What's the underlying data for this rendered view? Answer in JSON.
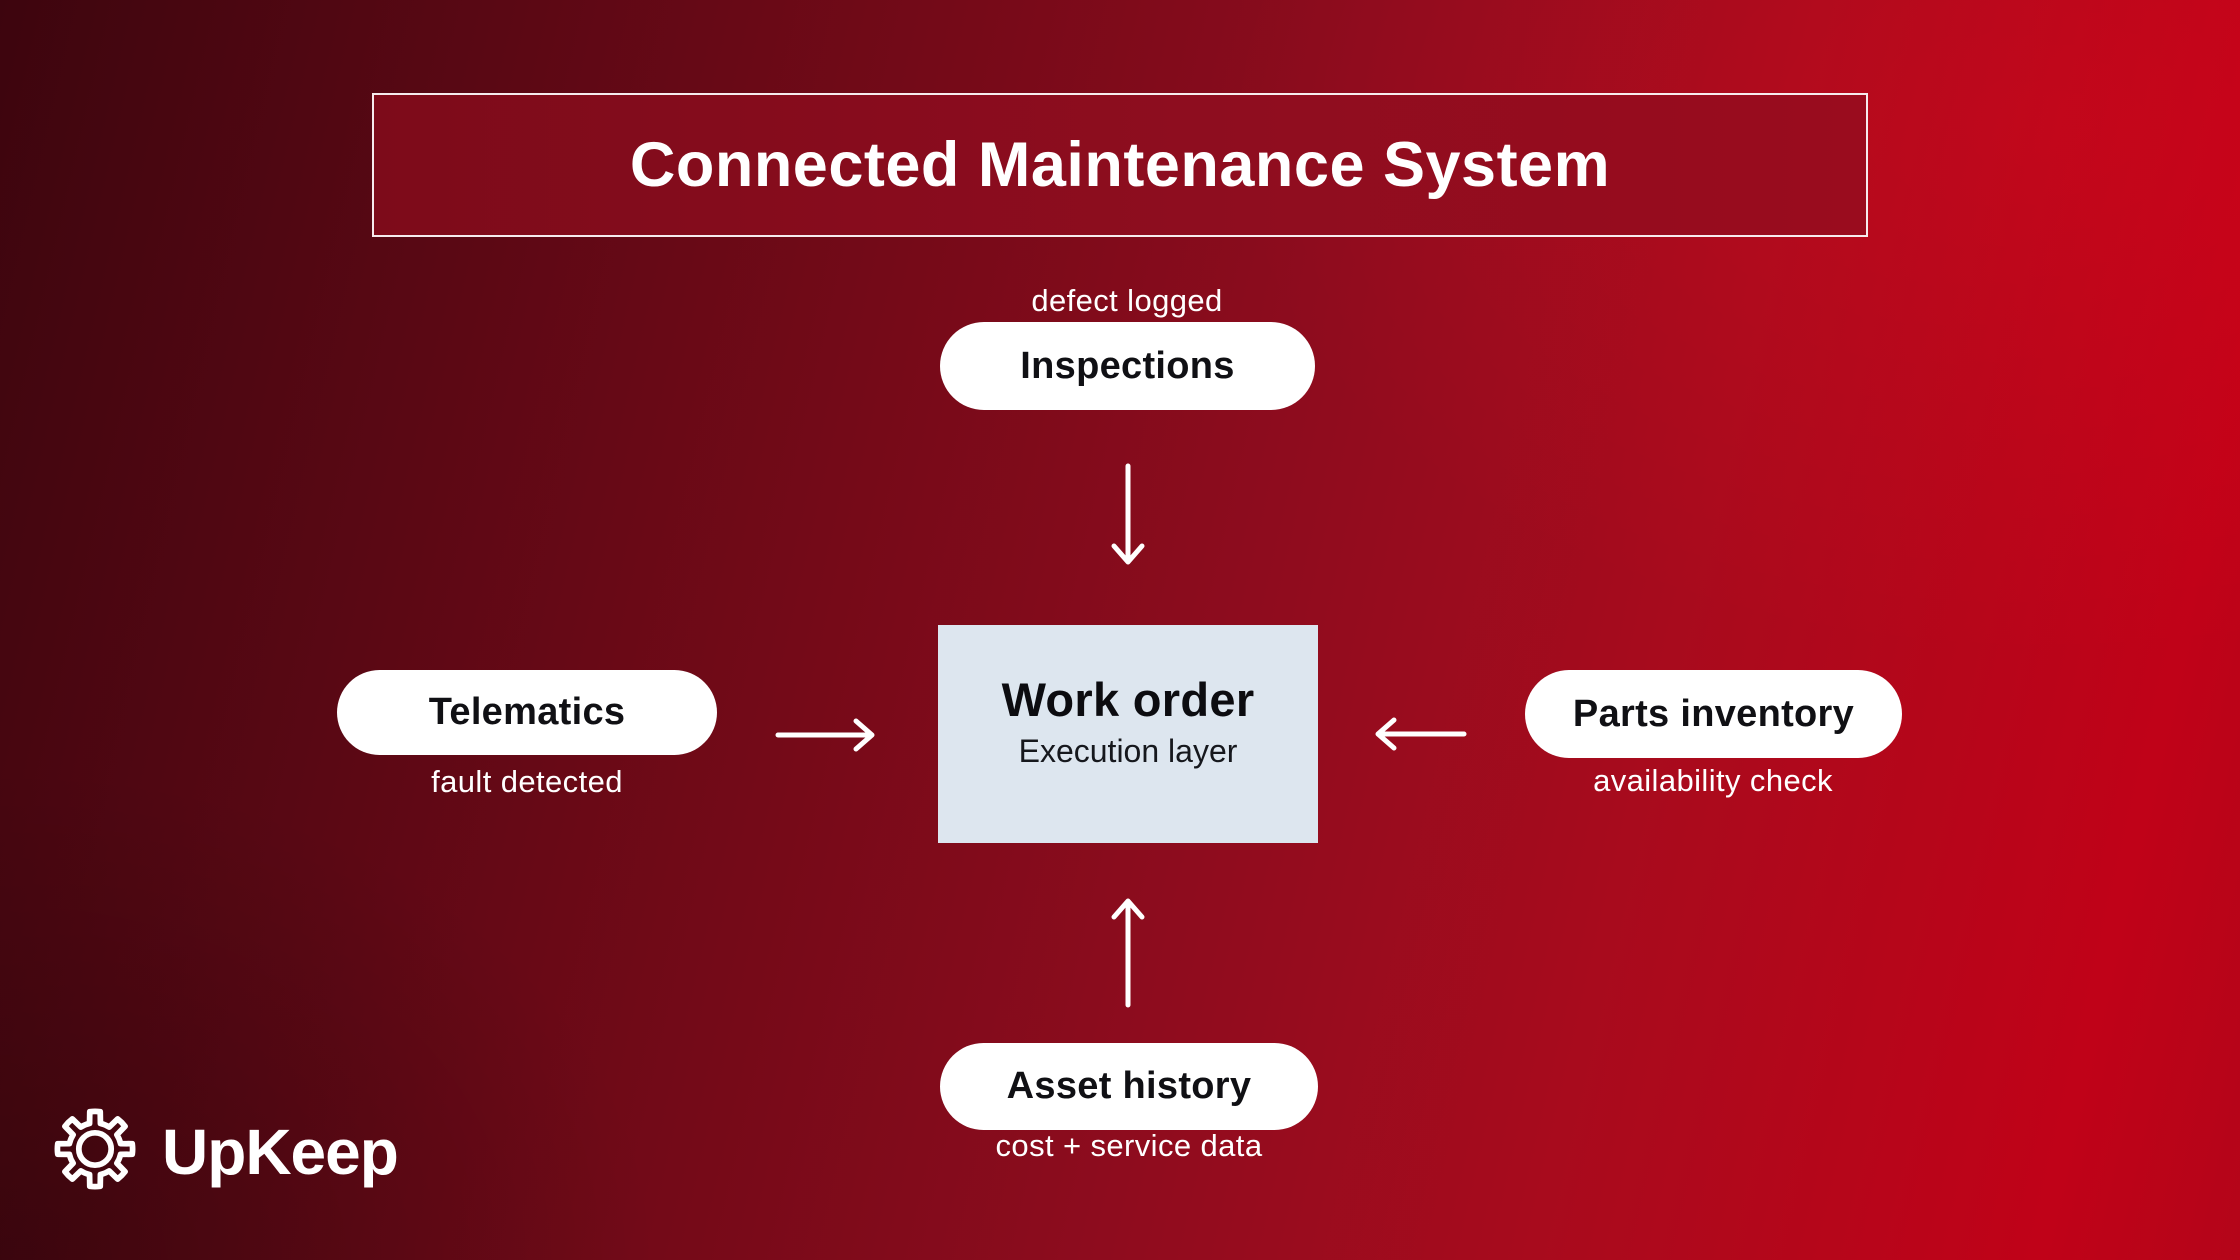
{
  "title": "Connected Maintenance System",
  "center_node": {
    "title": "Work order",
    "subtitle": "Execution layer"
  },
  "nodes": {
    "top": {
      "label": "Inspections",
      "annotation": "defect logged"
    },
    "left": {
      "label": "Telematics",
      "annotation": "fault detected"
    },
    "right": {
      "label": "Parts inventory",
      "annotation": "availability check"
    },
    "bottom": {
      "label": "Asset history",
      "annotation": "cost + service data"
    }
  },
  "arrows": [
    {
      "from": "Inspections",
      "to": "Work order",
      "direction": "down"
    },
    {
      "from": "Telematics",
      "to": "Work order",
      "direction": "right"
    },
    {
      "from": "Parts inventory",
      "to": "Work order",
      "direction": "left"
    },
    {
      "from": "Asset history",
      "to": "Work order",
      "direction": "up"
    }
  ],
  "logo": {
    "text": "UpKeep",
    "icon": "gear-icon"
  },
  "colors": {
    "background_dark": "#3d050e",
    "background_bright": "#c00218",
    "title_box_fill": "#8e0d1f",
    "title_box_border": "#ffffff",
    "pill_fill": "#ffffff",
    "pill_text": "#101014",
    "center_box_fill": "#dde6ef",
    "center_text": "#0c0c10",
    "annotation_text": "#ffffff",
    "arrow": "#ffffff"
  }
}
